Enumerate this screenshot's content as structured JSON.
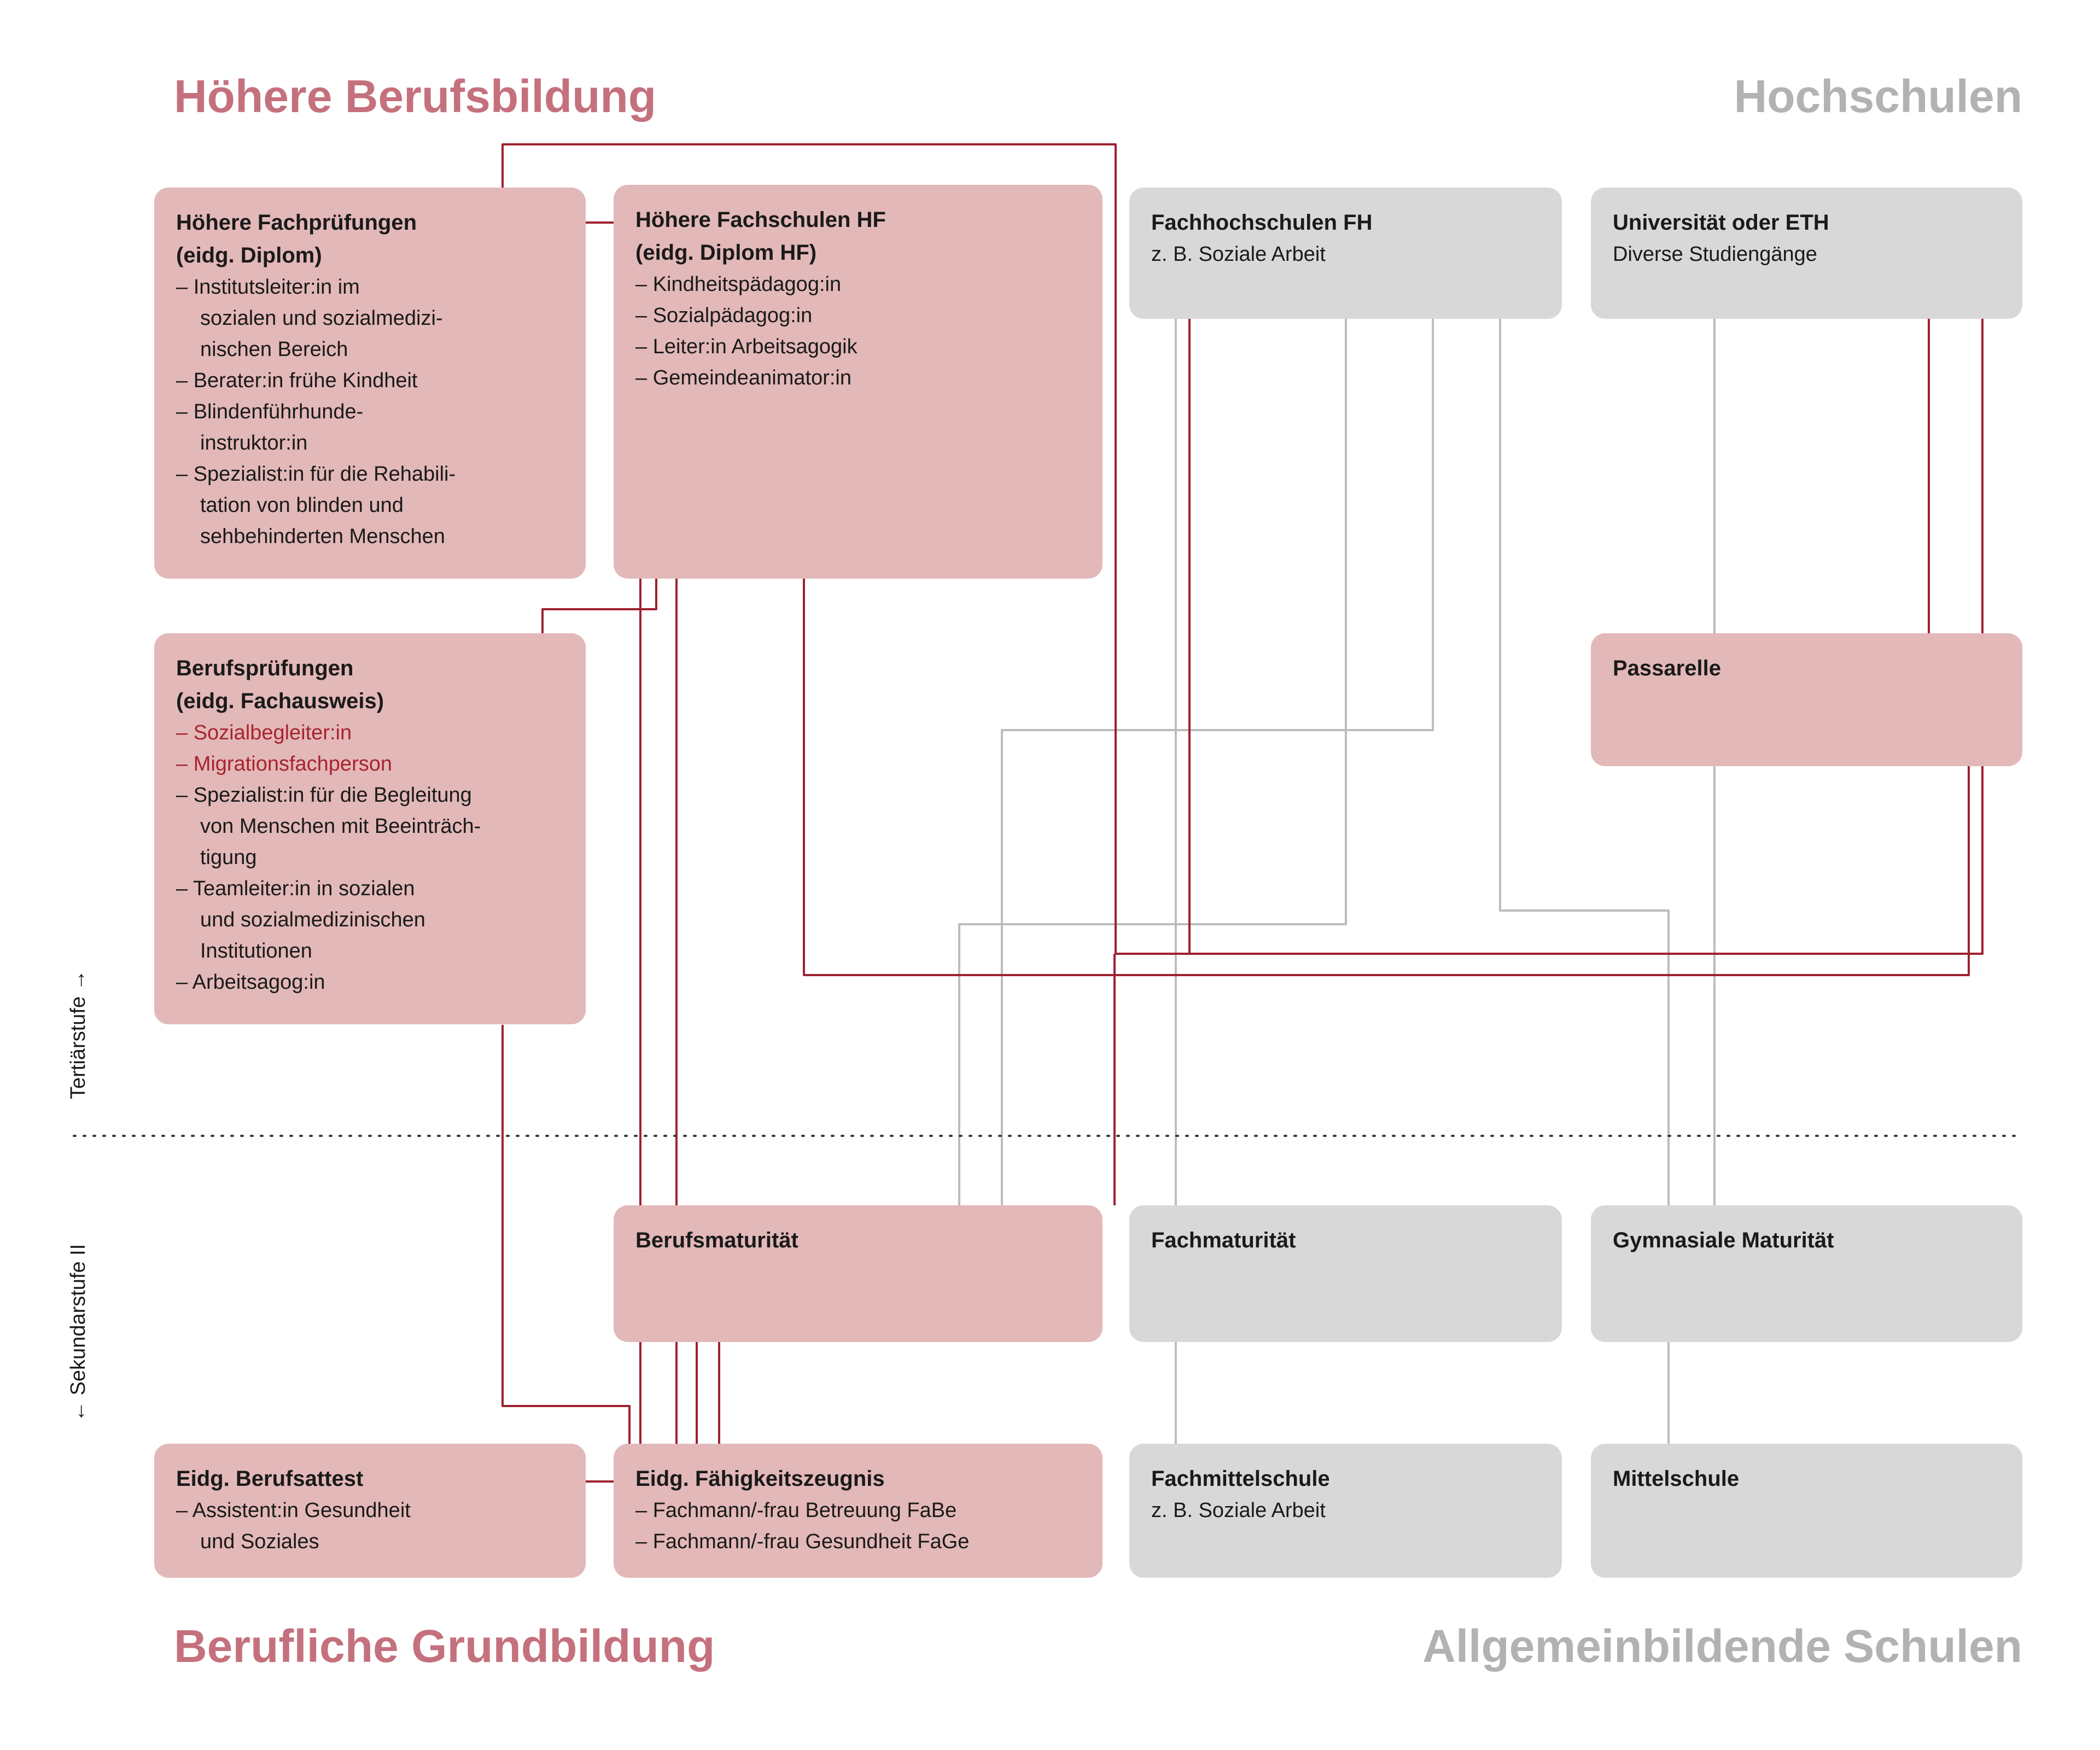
{
  "titles": {
    "top_left": "Höhere Berufsbildung",
    "top_right": "Hochschulen",
    "bottom_left": "Berufliche Grundbildung",
    "bottom_right": "Allgemeinbildende Schulen"
  },
  "axis_labels": {
    "tertiary": "Tertiärstufe →",
    "secondary": "← Sekundarstufe II"
  },
  "colors": {
    "pink_box": "#e3b8b8",
    "gray_box": "#d8d8d8",
    "red_line": "#9e2130",
    "gray_line": "#bcbcbc",
    "pink_title": "#c4717d",
    "gray_title": "#b2b2b2",
    "red_item_text": "#a8242f"
  },
  "boxes": {
    "hoehere_fachpruefungen": {
      "title": "Höhere Fachprüfungen\n(eidg. Diplom)",
      "items": [
        "– Institutsleiter:in im\nsozialen und sozialmedizi-\nnischen Bereich",
        "– Berater:in frühe Kindheit",
        "– Blindenführhunde-\ninstruktor:in",
        "– Spezialist:in für die Rehabili-\ntation von blinden und\nsehbehinderten Menschen"
      ]
    },
    "hoehere_fachschulen": {
      "title": "Höhere Fachschulen HF\n(eidg. Diplom HF)",
      "items": [
        "– Kindheitspädagog:in",
        "– Sozialpädagog:in",
        "– Leiter:in Arbeitsagogik",
        "– Gemeindeanimator:in"
      ]
    },
    "fachhochschulen": {
      "title": "Fachhochschulen FH",
      "subtitle": "z. B. Soziale Arbeit"
    },
    "universitaet": {
      "title": "Universität oder ETH",
      "subtitle": "Diverse Studiengänge"
    },
    "berufspruefungen": {
      "title": "Berufsprüfungen\n(eidg. Fachausweis)",
      "items": [
        "– Sozialbegleiter:in",
        "– Migrationsfachperson",
        "– Spezialist:in für die Begleitung\nvon Menschen mit Beeinträch-\ntigung",
        "– Teamleiter:in in sozialen\nund sozialmedizinischen\nInstitutionen",
        "– Arbeitsagog:in"
      ]
    },
    "passarelle": {
      "title": "Passarelle"
    },
    "berufsmaturitaet": {
      "title": "Berufsmaturität"
    },
    "fachmaturitaet": {
      "title": "Fachmaturität"
    },
    "gymnasiale_maturitaet": {
      "title": "Gymnasiale Maturität"
    },
    "berufsattest": {
      "title": "Eidg. Berufsattest",
      "items": [
        "– Assistent:in Gesundheit\nund Soziales"
      ]
    },
    "faehigkeitszeugnis": {
      "title": "Eidg. Fähigkeitszeugnis",
      "items": [
        "– Fachmann/-frau Betreuung FaBe",
        "– Fachmann/-frau Gesundheit FaGe"
      ]
    },
    "fachmittelschule": {
      "title": "Fachmittelschule",
      "subtitle": "z. B. Soziale Arbeit"
    },
    "mittelschule": {
      "title": "Mittelschule"
    }
  }
}
